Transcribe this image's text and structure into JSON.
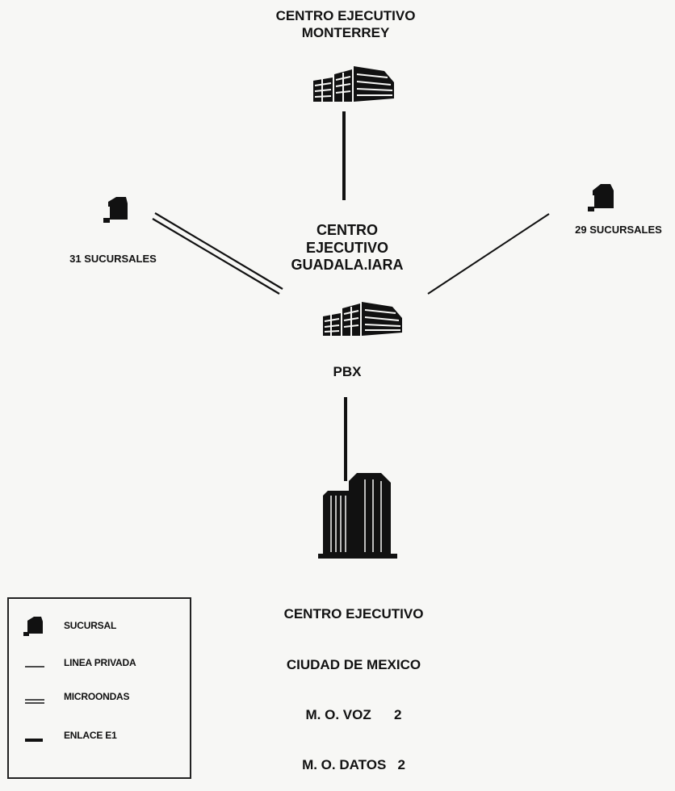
{
  "nodes": {
    "monterrey": {
      "lines": [
        "CENTRO EJECUTIVO",
        "MONTERREY"
      ]
    },
    "guadalajara": {
      "lines": [
        "CENTRO",
        "EJECUTIVO",
        "GUADALA.IARA"
      ],
      "sub": "PBX"
    },
    "branches_left": {
      "label": "31 SUCURSALES"
    },
    "branches_right": {
      "label": "29 SUCURSALES"
    },
    "mexico": {
      "lines": [
        "CENTRO EJECUTIVO",
        "CIUDAD DE MEXICO",
        "M. O. VOZ      2",
        "M. O. DATOS   2"
      ]
    }
  },
  "links": [
    {
      "from": "monterrey",
      "to": "guadalajara",
      "type": "enlace-e1"
    },
    {
      "from": "branches_left",
      "to": "guadalajara",
      "type": "microondas"
    },
    {
      "from": "branches_right",
      "to": "guadalajara",
      "type": "linea-privada"
    },
    {
      "from": "guadalajara",
      "to": "mexico",
      "type": "enlace-e1"
    }
  ],
  "legend": {
    "items": [
      {
        "icon": "branch-icon",
        "label": "SUCURSAL"
      },
      {
        "icon": "private-line-icon",
        "label": "LINEA PRIVADA"
      },
      {
        "icon": "microwave-icon",
        "label": "MICROONDAS"
      },
      {
        "icon": "e1-link-icon",
        "label": "ENLACE E1"
      }
    ]
  }
}
